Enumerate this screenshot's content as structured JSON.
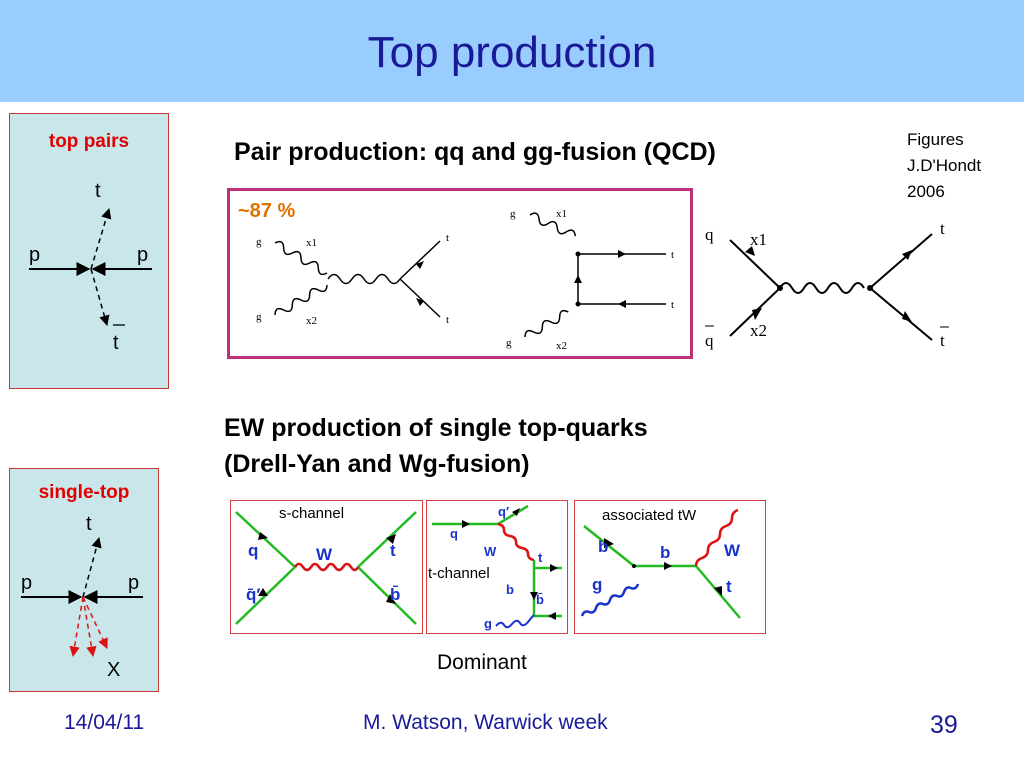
{
  "slide": {
    "title": "Top production",
    "footer": {
      "date": "14/04/11",
      "author": "M. Watson, Warwick week",
      "page": "39"
    }
  },
  "top_pairs_panel": {
    "header": "top pairs",
    "labels": {
      "t": "t",
      "p_left": "p",
      "p_right": "p",
      "tbar": "t"
    }
  },
  "single_top_panel": {
    "header": "single-top",
    "labels": {
      "t": "t",
      "p_left": "p",
      "p_right": "p",
      "x": "X"
    }
  },
  "pair_section": {
    "heading": "Pair production: qq and gg-fusion (QCD)",
    "credit_line1": "Figures",
    "credit_line2": "J.D'Hondt",
    "credit_line3": "2006",
    "fraction_label": "~87 %",
    "diag1": {
      "g1": "g",
      "x1": "x1",
      "g2": "g",
      "x2": "x2",
      "t": "t",
      "tbar": "t"
    },
    "diag2": {
      "g1": "g",
      "x1": "x1",
      "g2": "g",
      "x2": "x2",
      "t": "t",
      "tbar": "t"
    },
    "diag3": {
      "q": "q",
      "x1": "x1",
      "qbar": "q",
      "x2": "x2",
      "t": "t",
      "tbar": "t"
    }
  },
  "ew_section": {
    "heading_line1": "EW production of single top-quarks",
    "heading_line2": "(Drell-Yan and Wg-fusion)",
    "schannel": {
      "caption": "s-channel",
      "q": "q",
      "qbar": "q̄′",
      "w": "W",
      "t": "t",
      "b": "b̄"
    },
    "tchannel": {
      "caption": "t-channel",
      "q": "q",
      "qp": "q′",
      "w": "W",
      "t": "t",
      "b": "b",
      "bbar": "b̄",
      "g": "g"
    },
    "tw": {
      "caption": "associated tW",
      "b": "b",
      "b2": "b",
      "w": "W",
      "g": "g",
      "t": "t"
    },
    "dominant_label": "Dominant"
  },
  "colors": {
    "title_blue": "#1a1a99",
    "title_bar": "#99ccff",
    "panel_bg": "#c9e7ea",
    "accent_red": "#e00000",
    "box_magenta": "#c0307a",
    "fraction_orange": "#e07000",
    "feyn_green": "#22bb22",
    "feyn_blue": "#1a33cc",
    "feyn_red": "#dd1111"
  }
}
